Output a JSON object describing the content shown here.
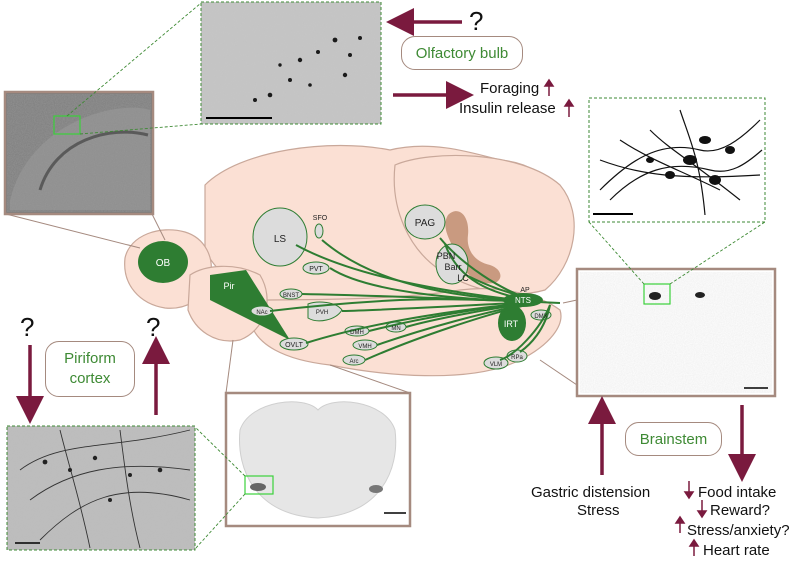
{
  "regions": {
    "ob": "OB",
    "pir": "Pir",
    "ls": "LS",
    "sfo": "SFO",
    "pvt": "PVT",
    "bnst": "BNST",
    "nac": "NAc",
    "pvh": "PVH",
    "ovlt": "OVLT",
    "dmh": "DMH",
    "mn": "MN",
    "vmh": "VMH",
    "arc": "Arc",
    "pag": "PAG",
    "pbn": "PBN",
    "barr": "Barr",
    "lc": "LC",
    "ap": "AP",
    "nts": "NTS",
    "irt": "IRT",
    "dmx": "DMX",
    "vlm": "VLM",
    "rpa": "RPa"
  },
  "olfactory": {
    "label": "Olfactory bulb",
    "question": "?",
    "effects": [
      "Foraging",
      "Insulin release"
    ]
  },
  "piriform": {
    "label": "Piriform cortex",
    "question_left": "?",
    "question_right": "?"
  },
  "brainstem": {
    "label": "Brainstem",
    "inputs": [
      "Gastric distension",
      "Stress"
    ],
    "effects": [
      "Food intake",
      "Reward?",
      "Stress/anxiety?",
      "Heart rate"
    ]
  },
  "colors": {
    "arrow": "#7a1a3e",
    "green": "#2e7d32",
    "brain": "#fbe0d4",
    "frame": "#a58a7f"
  }
}
